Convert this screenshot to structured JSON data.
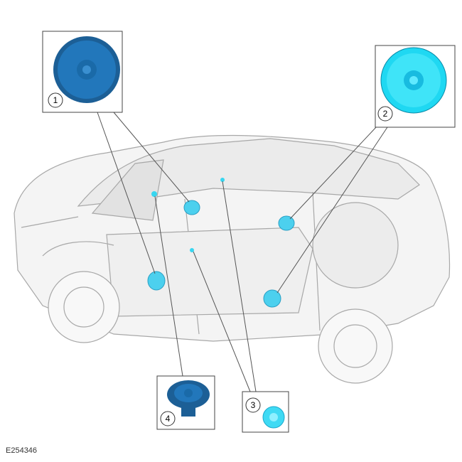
{
  "figure_ref": "E254346",
  "callouts": [
    {
      "number": "1",
      "part": "front-door-speaker"
    },
    {
      "number": "2",
      "part": "rear-door-speaker"
    },
    {
      "number": "3",
      "part": "tweeter"
    },
    {
      "number": "4",
      "part": "front-lower-speaker"
    }
  ],
  "colors": {
    "speaker_dark": "#1f6fb0",
    "speaker_light": "#37d6f0",
    "outline": "#9a9a9a",
    "leader": "#555555"
  }
}
